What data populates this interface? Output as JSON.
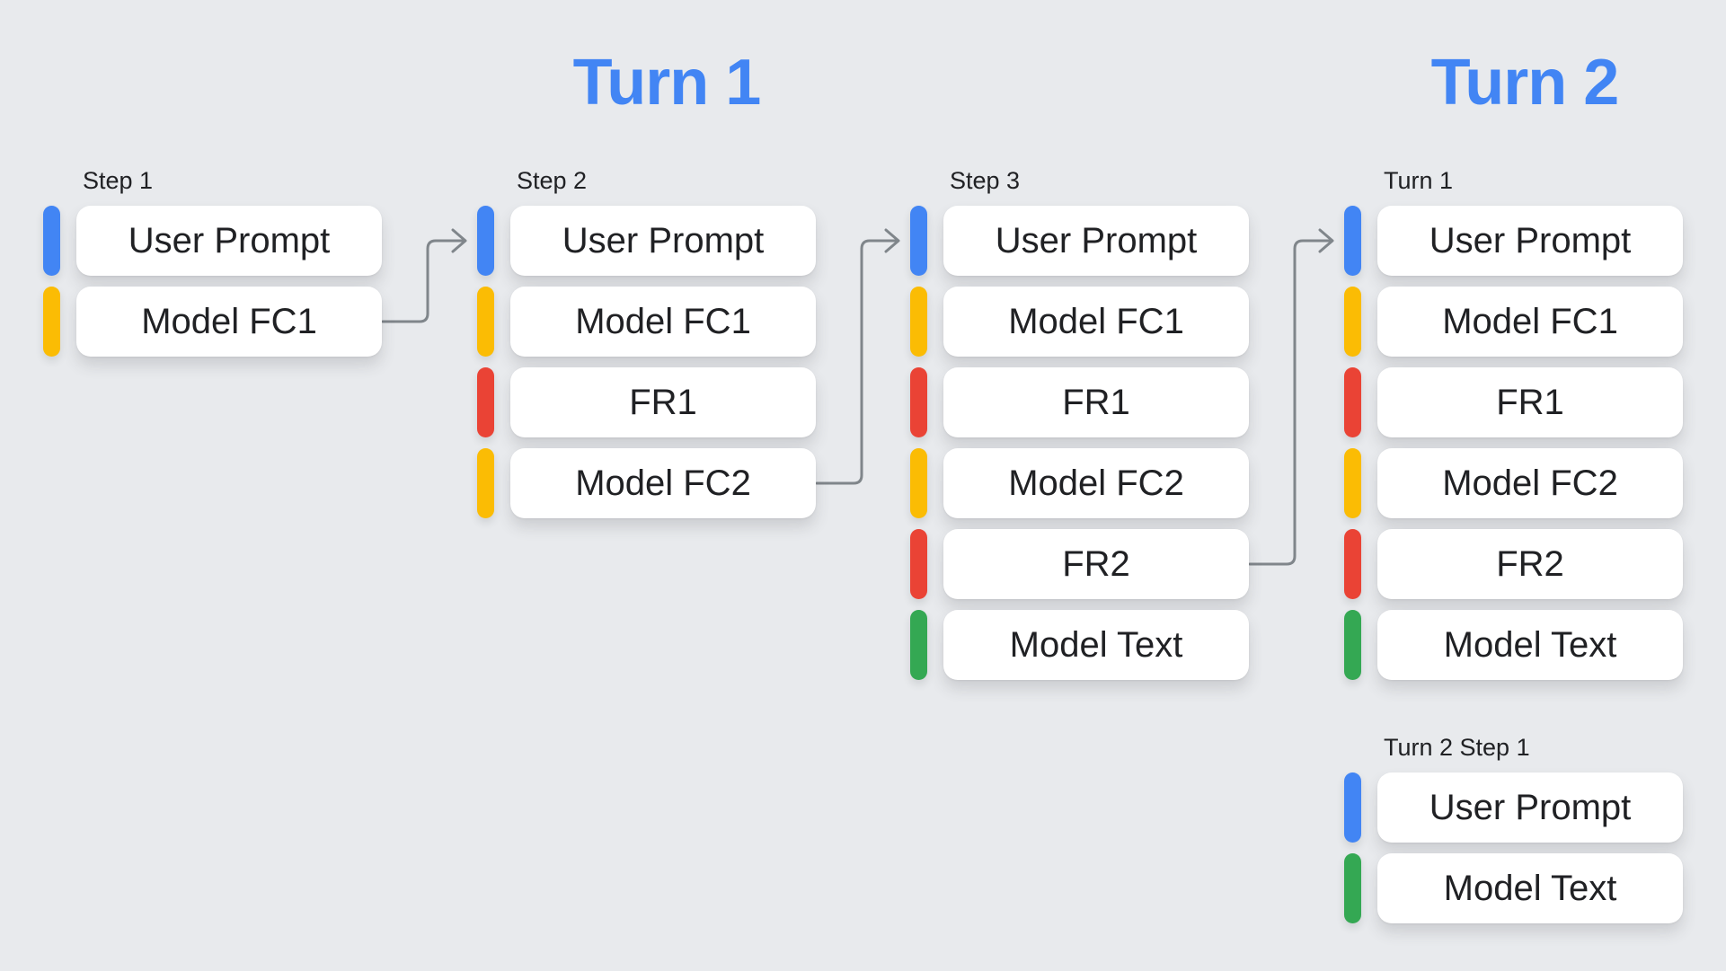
{
  "palette": {
    "background": "#E8EAED",
    "box_background": "#FFFFFF",
    "text": "#202124",
    "heading_blue": "#4285F4",
    "arrow_gray": "#80868B",
    "blue": "#4285F4",
    "yellow": "#FBBC04",
    "red": "#EA4335",
    "green": "#34A853"
  },
  "turn_headings": [
    {
      "label": "Turn 1"
    },
    {
      "label": "Turn 2"
    }
  ],
  "columns": [
    {
      "label": "Step 1",
      "rows": [
        {
          "label": "User Prompt",
          "color": "blue"
        },
        {
          "label": "Model FC1",
          "color": "yellow"
        }
      ]
    },
    {
      "label": "Step 2",
      "rows": [
        {
          "label": "User Prompt",
          "color": "blue"
        },
        {
          "label": "Model FC1",
          "color": "yellow"
        },
        {
          "label": "FR1",
          "color": "red"
        },
        {
          "label": "Model FC2",
          "color": "yellow"
        }
      ]
    },
    {
      "label": "Step 3",
      "rows": [
        {
          "label": "User Prompt",
          "color": "blue"
        },
        {
          "label": "Model FC1",
          "color": "yellow"
        },
        {
          "label": "FR1",
          "color": "red"
        },
        {
          "label": "Model FC2",
          "color": "yellow"
        },
        {
          "label": "FR2",
          "color": "red"
        },
        {
          "label": "Model Text",
          "color": "green"
        }
      ]
    },
    {
      "label": "Turn 1",
      "rows": [
        {
          "label": "User Prompt",
          "color": "blue"
        },
        {
          "label": "Model FC1",
          "color": "yellow"
        },
        {
          "label": "FR1",
          "color": "red"
        },
        {
          "label": "Model FC2",
          "color": "yellow"
        },
        {
          "label": "FR2",
          "color": "red"
        },
        {
          "label": "Model Text",
          "color": "green"
        }
      ]
    },
    {
      "label": "Turn 2 Step 1",
      "rows": [
        {
          "label": "User Prompt",
          "color": "blue"
        },
        {
          "label": "Model Text",
          "color": "green"
        }
      ]
    }
  ],
  "arrows": [
    {
      "from_column": 0,
      "from_row": 1,
      "to_column": 1,
      "to_row": 0
    },
    {
      "from_column": 1,
      "from_row": 3,
      "to_column": 2,
      "to_row": 0
    },
    {
      "from_column": 2,
      "from_row": 4,
      "to_column": 3,
      "to_row": 0
    }
  ]
}
